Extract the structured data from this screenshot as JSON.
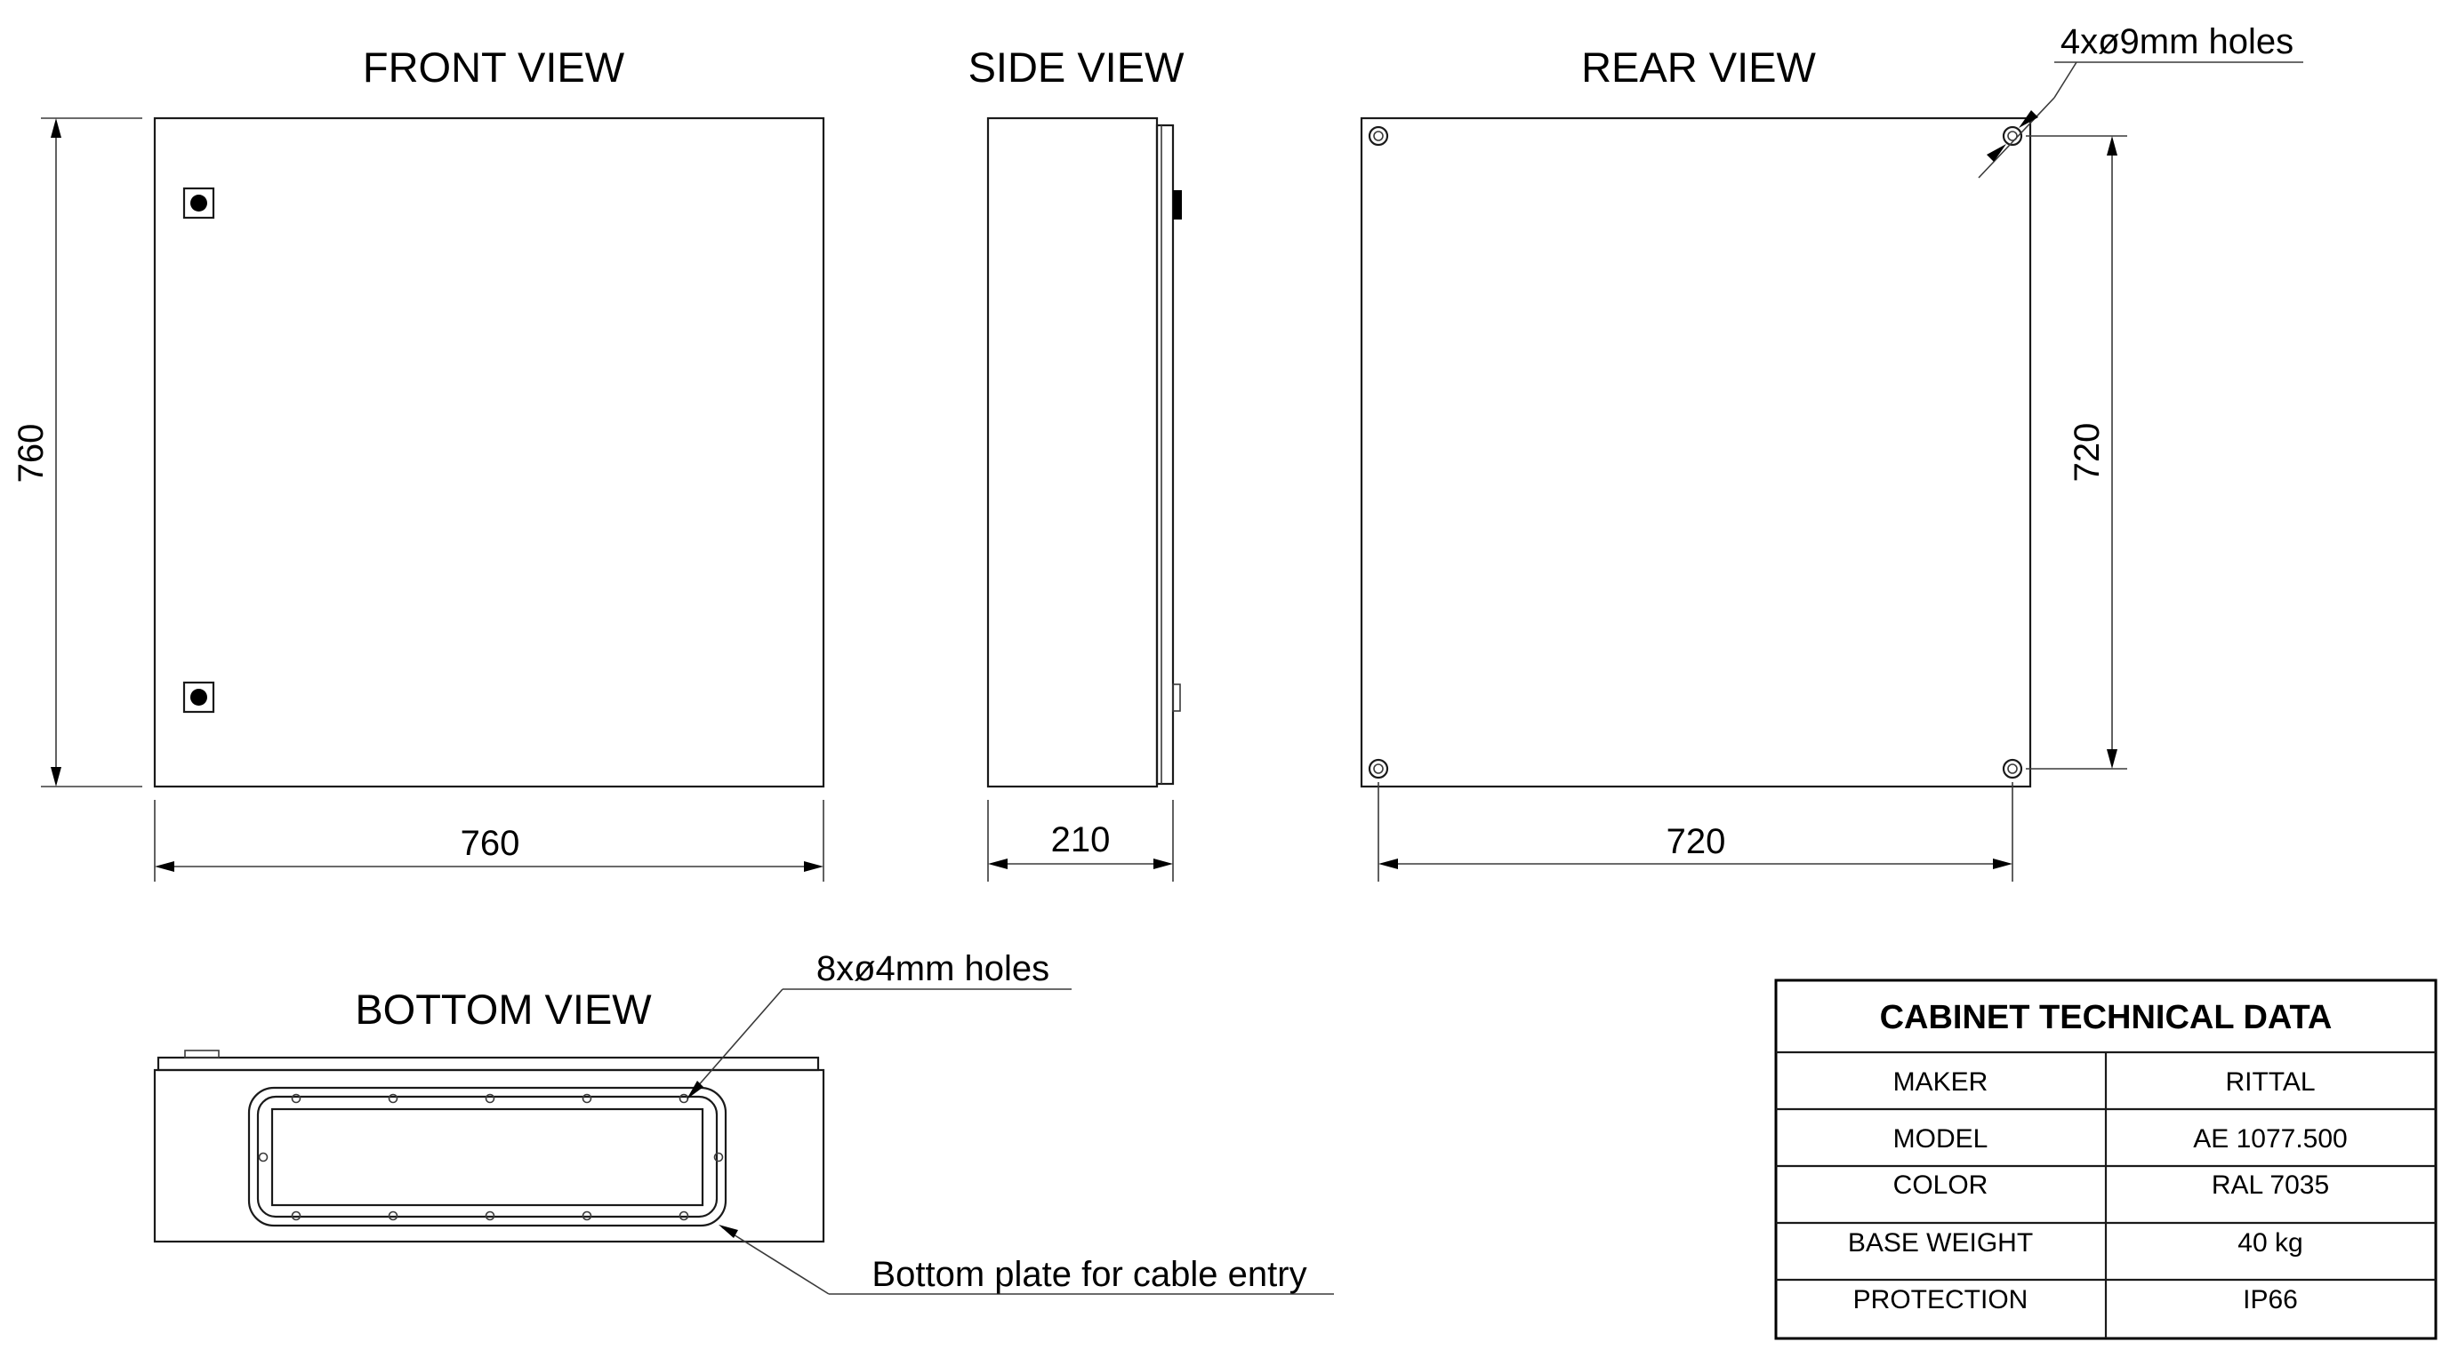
{
  "views": {
    "front": "FRONT VIEW",
    "side": "SIDE VIEW",
    "rear": "REAR VIEW",
    "bottom": "BOTTOM VIEW"
  },
  "dimensions": {
    "front_height": "760",
    "front_width": "760",
    "side_depth": "210",
    "rear_hole_spacing_h": "720",
    "rear_hole_spacing_v": "720"
  },
  "notes": {
    "rear_holes": "4xø9mm holes",
    "bottom_holes": "8xø4mm holes",
    "bottom_plate": "Bottom plate for cable entry"
  },
  "table": {
    "title": "CABINET TECHNICAL DATA",
    "rows": [
      {
        "label": "MAKER",
        "value": "RITTAL"
      },
      {
        "label": "MODEL",
        "value": "AE 1077.500"
      },
      {
        "label": "COLOR",
        "value": "RAL 7035"
      },
      {
        "label": "BASE WEIGHT",
        "value": "40 kg"
      },
      {
        "label": "PROTECTION",
        "value": "IP66"
      }
    ]
  }
}
